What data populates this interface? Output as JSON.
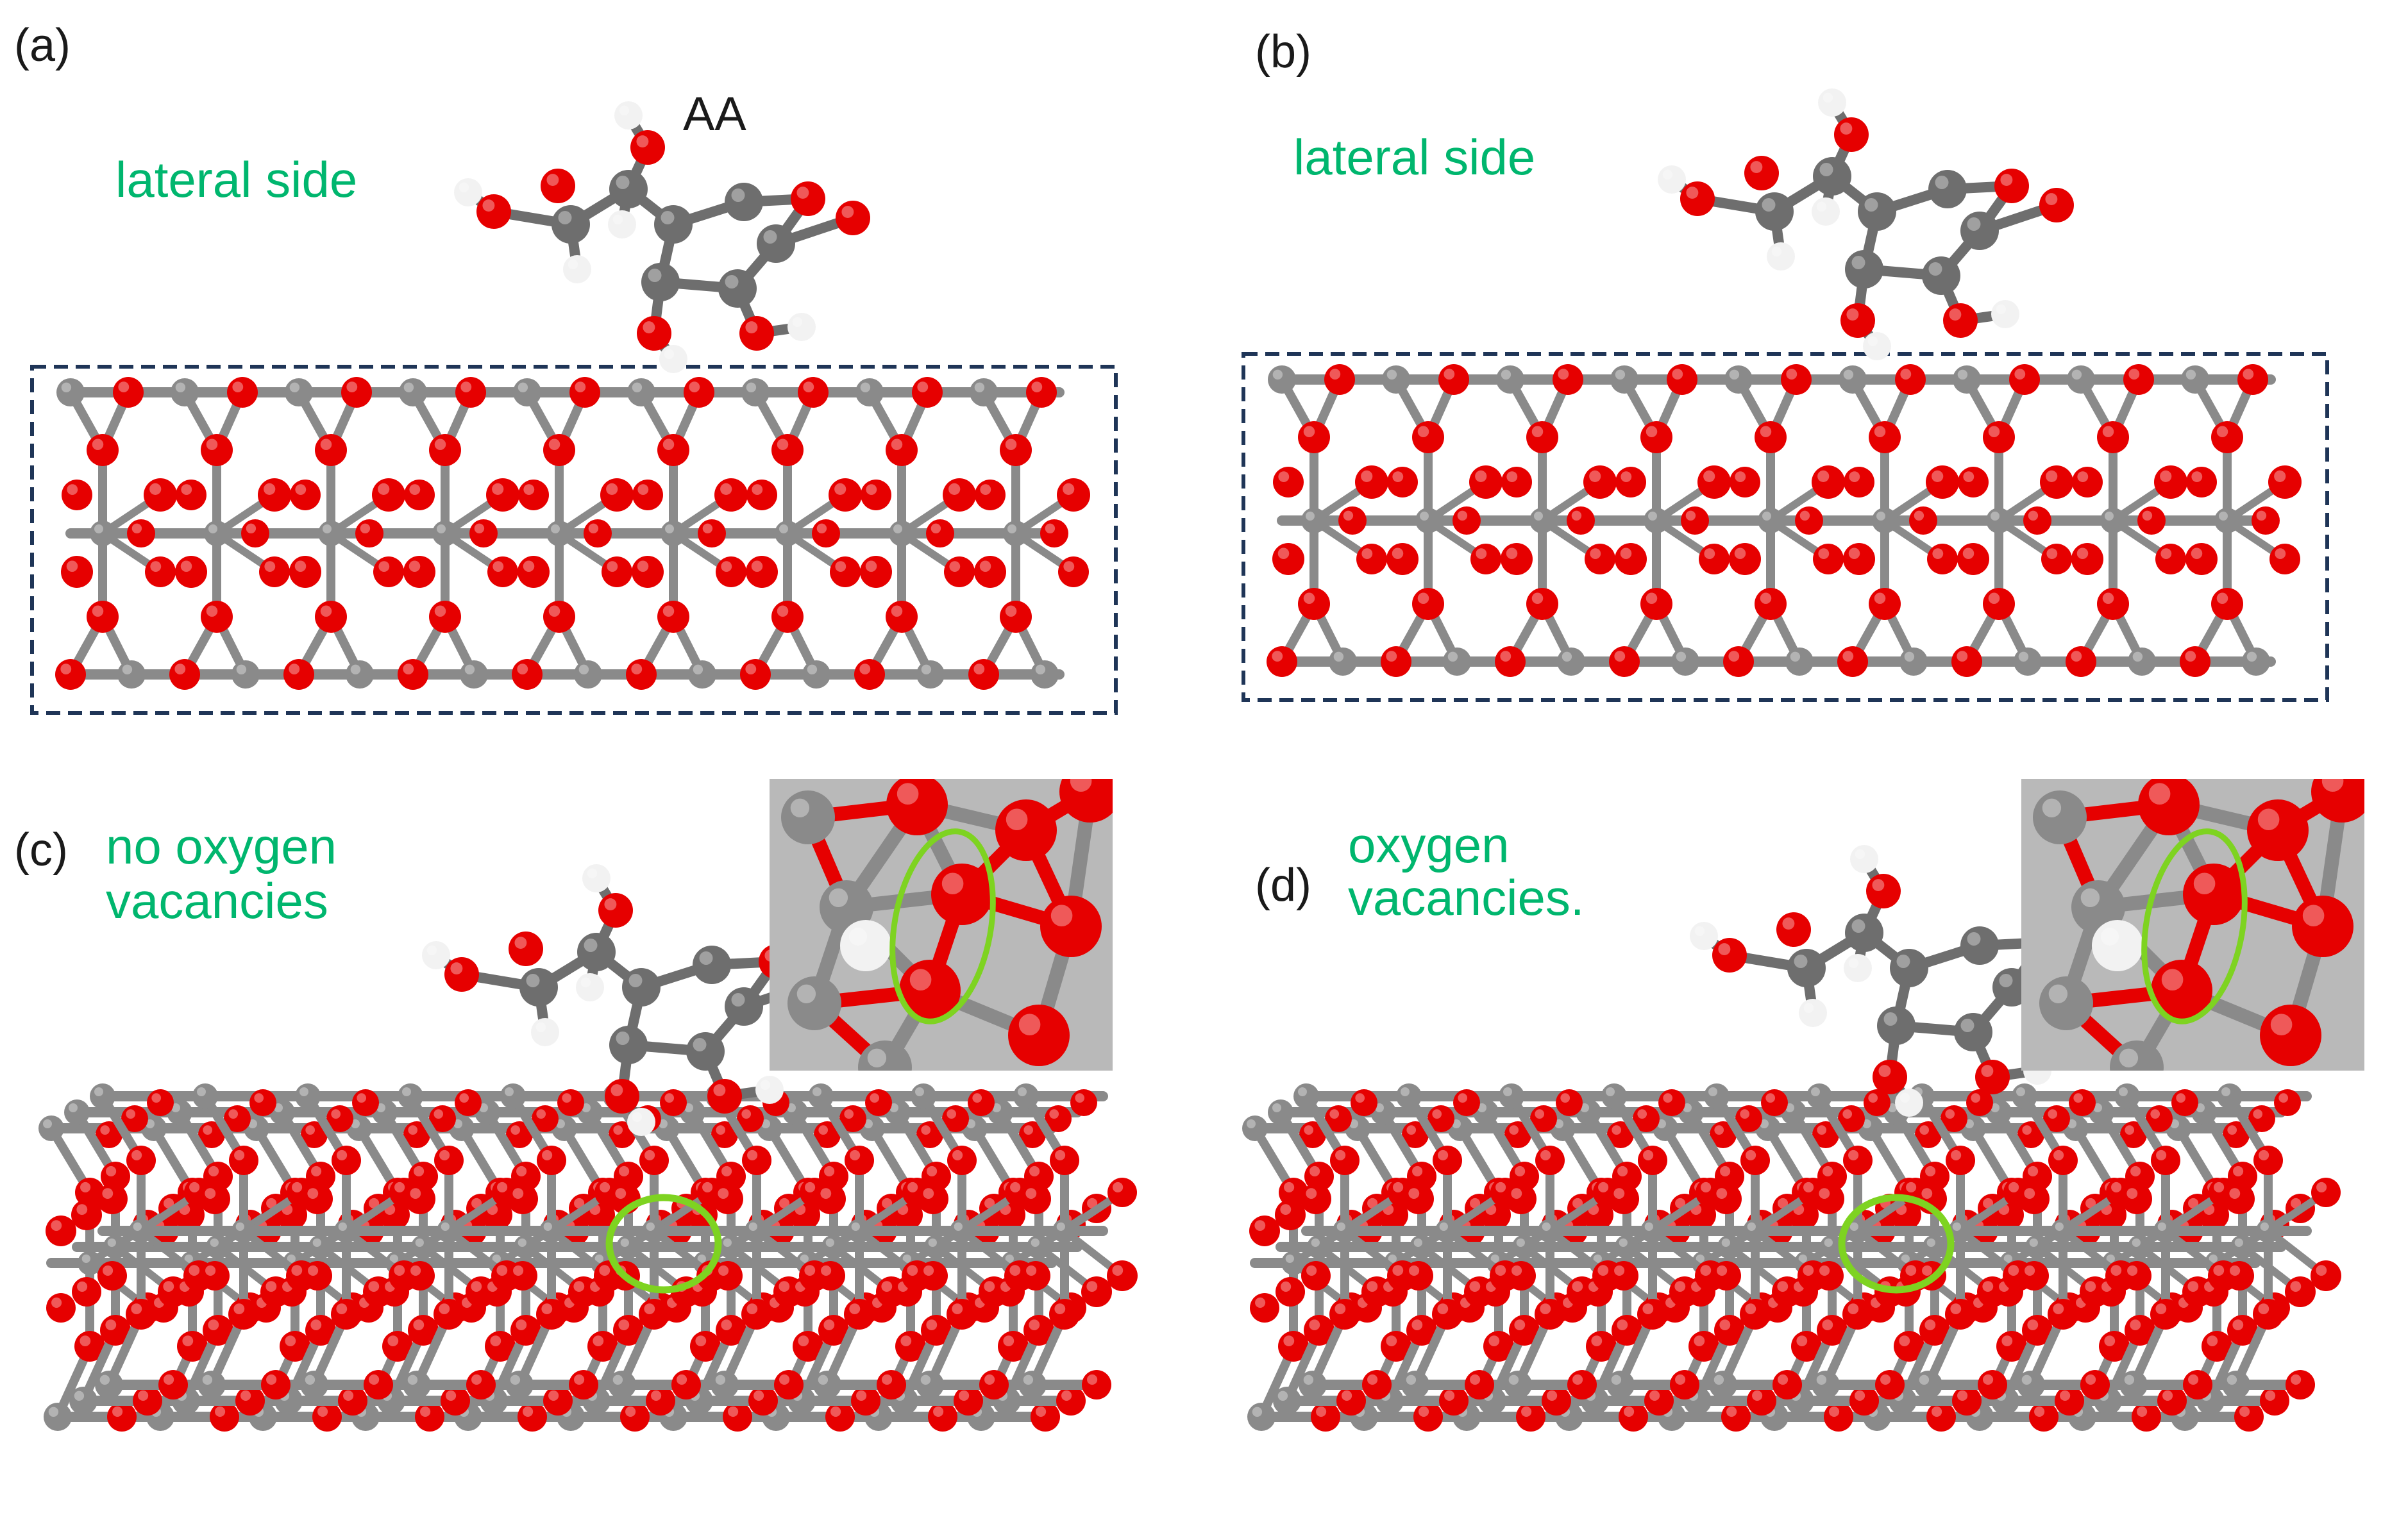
{
  "figure": {
    "panels": [
      {
        "id": "a",
        "tag": "(a)",
        "caption_lines": [
          "lateral side"
        ],
        "molecule_label": "AA",
        "view": "side",
        "highlight": "none"
      },
      {
        "id": "b",
        "tag": "(b)",
        "caption_lines": [
          "lateral side"
        ],
        "molecule_label": "",
        "view": "side",
        "highlight": "none"
      },
      {
        "id": "c",
        "tag": "(c)",
        "caption_lines": [
          "no oxygen",
          "vacancies"
        ],
        "molecule_label": "",
        "view": "perspective",
        "highlight": "circle-and-inset"
      },
      {
        "id": "d",
        "tag": "(d)",
        "caption_lines": [
          "oxygen",
          "vacancies."
        ],
        "molecule_label": "",
        "view": "perspective",
        "highlight": "circle-and-inset"
      }
    ],
    "colors": {
      "oxygen": "#e60000",
      "metal": "#8a8a8a",
      "hydrogen": "#f2f2f2",
      "carbon": "#6e6e6e",
      "highlight": "#7ed321",
      "caption": "#00b66e",
      "box": "#1f3557"
    }
  }
}
